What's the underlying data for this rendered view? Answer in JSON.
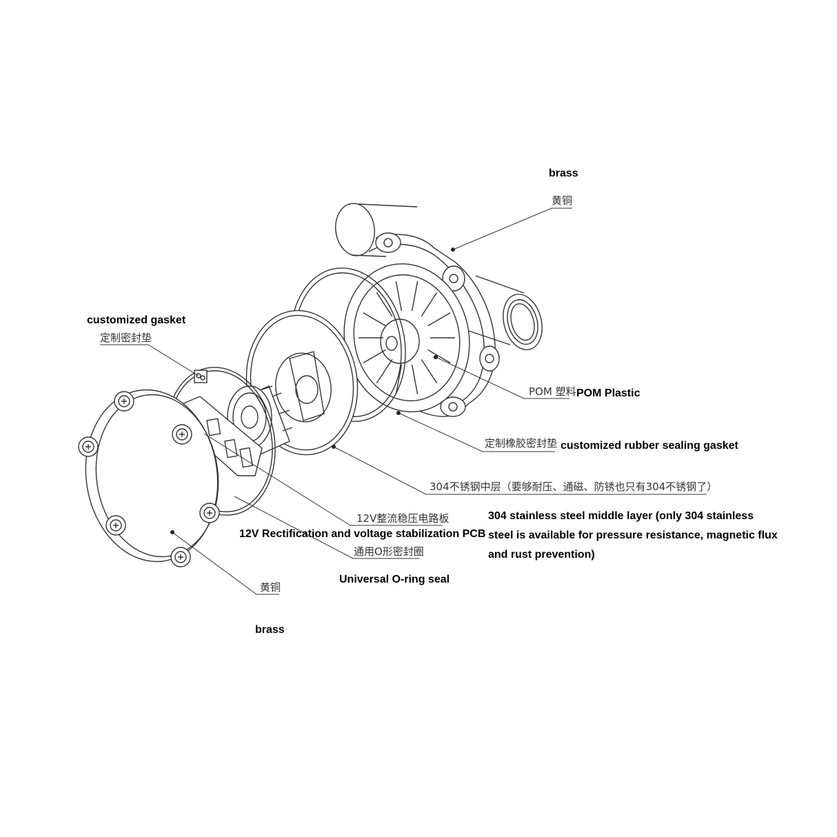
{
  "labels": {
    "brass_top_en": "brass",
    "brass_top_cn": "黄铜",
    "gasket_en": "customized gasket",
    "gasket_cn": "定制密封垫",
    "pom_cn": "POM 塑料",
    "pom_en": "POM Plastic",
    "rubber_cn": "定制橡胶密封垫",
    "rubber_en": "customized rubber sealing gasket",
    "steel_cn": "304不锈钢中层（要够耐压、通磁、防锈也只有304不锈钢了）",
    "steel_en": "304 stainless steel middle layer (only 304 stainless steel is available for pressure resistance, magnetic flux and rust prevention)",
    "pcb_cn": "12V整流稳压电路板",
    "pcb_en": "12V Rectification and voltage stabilization PCB",
    "oring_cn": "通用O形密封圈",
    "oring_en": "Universal O-ring seal",
    "brass_bottom_cn": "黄铜",
    "brass_bottom_en": "brass"
  }
}
